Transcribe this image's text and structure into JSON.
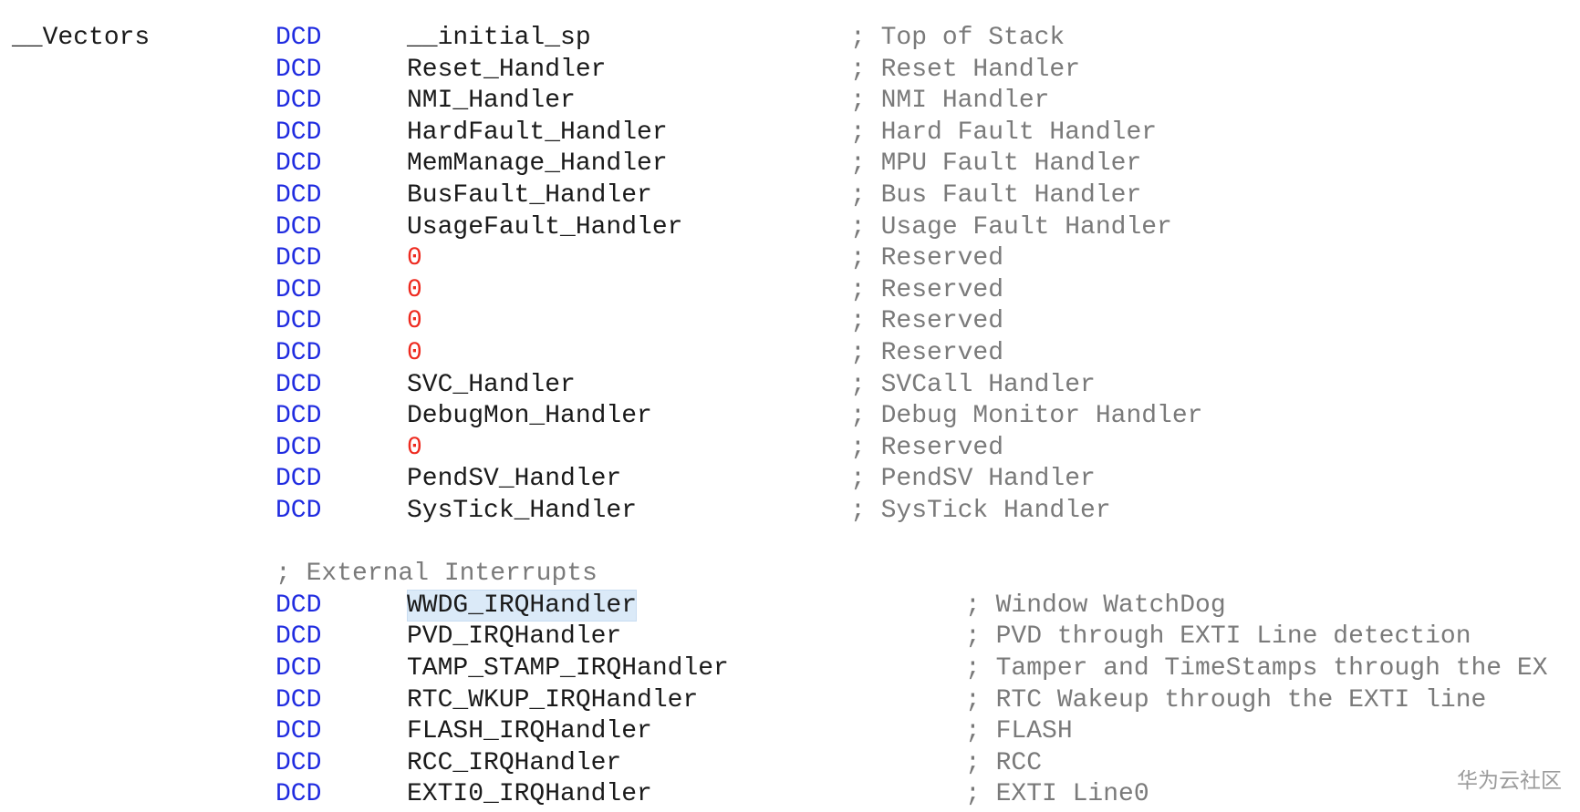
{
  "code": {
    "label": "__Vectors",
    "vectors": [
      {
        "dir": "DCD",
        "op": "__initial_sp",
        "comment": "; Top of Stack"
      },
      {
        "dir": "DCD",
        "op": "Reset_Handler",
        "comment": "; Reset Handler"
      },
      {
        "dir": "DCD",
        "op": "NMI_Handler",
        "comment": "; NMI Handler"
      },
      {
        "dir": "DCD",
        "op": "HardFault_Handler",
        "comment": "; Hard Fault Handler"
      },
      {
        "dir": "DCD",
        "op": "MemManage_Handler",
        "comment": "; MPU Fault Handler"
      },
      {
        "dir": "DCD",
        "op": "BusFault_Handler",
        "comment": "; Bus Fault Handler"
      },
      {
        "dir": "DCD",
        "op": "UsageFault_Handler",
        "comment": "; Usage Fault Handler"
      },
      {
        "dir": "DCD",
        "op": "0",
        "comment": "; Reserved"
      },
      {
        "dir": "DCD",
        "op": "0",
        "comment": "; Reserved"
      },
      {
        "dir": "DCD",
        "op": "0",
        "comment": "; Reserved"
      },
      {
        "dir": "DCD",
        "op": "0",
        "comment": "; Reserved"
      },
      {
        "dir": "DCD",
        "op": "SVC_Handler",
        "comment": "; SVCall Handler"
      },
      {
        "dir": "DCD",
        "op": "DebugMon_Handler",
        "comment": "; Debug Monitor Handler"
      },
      {
        "dir": "DCD",
        "op": "0",
        "comment": "; Reserved"
      },
      {
        "dir": "DCD",
        "op": "PendSV_Handler",
        "comment": "; PendSV Handler"
      },
      {
        "dir": "DCD",
        "op": "SysTick_Handler",
        "comment": "; SysTick Handler"
      }
    ],
    "section_comment": "; External Interrupts",
    "irqs": [
      {
        "dir": "DCD",
        "op": "WWDG_IRQHandler",
        "comment": "; Window WatchDog"
      },
      {
        "dir": "DCD",
        "op": "PVD_IRQHandler",
        "comment": "; PVD through EXTI Line detection"
      },
      {
        "dir": "DCD",
        "op": "TAMP_STAMP_IRQHandler",
        "comment": "; Tamper and TimeStamps through the EX"
      },
      {
        "dir": "DCD",
        "op": "RTC_WKUP_IRQHandler",
        "comment": "; RTC Wakeup through the EXTI line"
      },
      {
        "dir": "DCD",
        "op": "FLASH_IRQHandler",
        "comment": "; FLASH"
      },
      {
        "dir": "DCD",
        "op": "RCC_IRQHandler",
        "comment": "; RCC"
      },
      {
        "dir": "DCD",
        "op": "EXTI0_IRQHandler",
        "comment": "; EXTI Line0"
      }
    ]
  },
  "watermark": "华为云社区",
  "colors": {
    "directive": "#1f2be0",
    "number": "#ee2a1f",
    "comment": "#7a7a7a",
    "text": "#1a1a1a",
    "selection": "#dbeaf8"
  }
}
